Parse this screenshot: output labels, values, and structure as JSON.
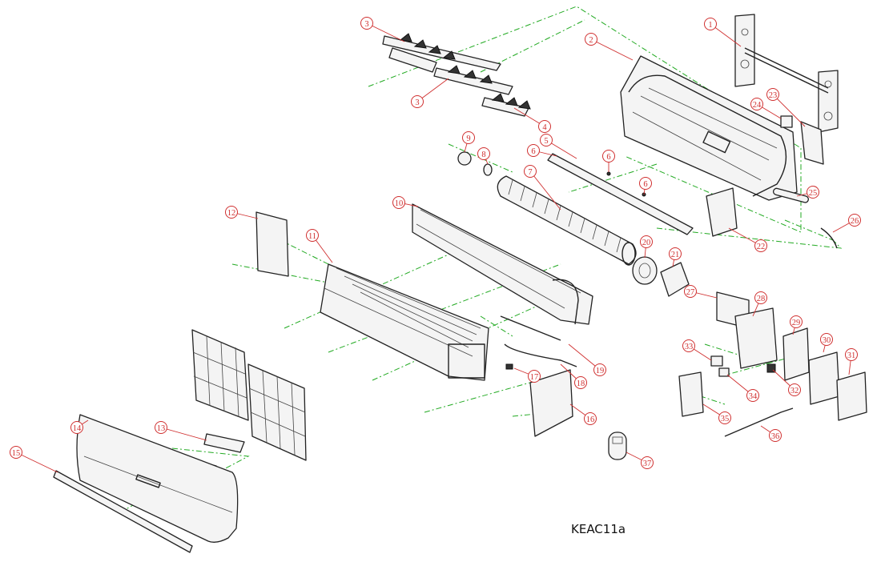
{
  "model_code": "KEAC11a",
  "colors": {
    "callout": "#d03030",
    "assembly_line": "#22aa22",
    "part_outline": "#222222"
  },
  "callouts": [
    {
      "label": "1"
    },
    {
      "label": "2"
    },
    {
      "label": "3"
    },
    {
      "label": "3"
    },
    {
      "label": "4"
    },
    {
      "label": "5"
    },
    {
      "label": "6"
    },
    {
      "label": "6"
    },
    {
      "label": "6"
    },
    {
      "label": "7"
    },
    {
      "label": "8"
    },
    {
      "label": "9"
    },
    {
      "label": "10"
    },
    {
      "label": "11"
    },
    {
      "label": "12"
    },
    {
      "label": "13"
    },
    {
      "label": "14"
    },
    {
      "label": "15"
    },
    {
      "label": "16"
    },
    {
      "label": "17"
    },
    {
      "label": "18"
    },
    {
      "label": "19"
    },
    {
      "label": "20"
    },
    {
      "label": "21"
    },
    {
      "label": "22"
    },
    {
      "label": "23"
    },
    {
      "label": "24"
    },
    {
      "label": "25"
    },
    {
      "label": "26"
    },
    {
      "label": "27"
    },
    {
      "label": "28"
    },
    {
      "label": "29"
    },
    {
      "label": "30"
    },
    {
      "label": "31"
    },
    {
      "label": "32"
    },
    {
      "label": "33"
    },
    {
      "label": "34"
    },
    {
      "label": "35"
    },
    {
      "label": "36"
    },
    {
      "label": "37"
    }
  ]
}
